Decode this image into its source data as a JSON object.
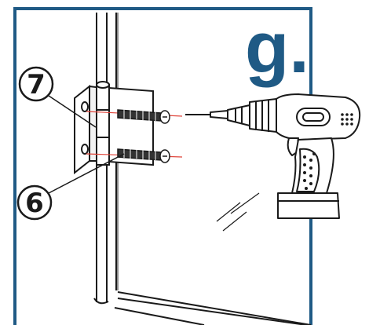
{
  "colors": {
    "frame": "#1f5a85",
    "logo": "#1f5a85",
    "guide_line": "#e0443a",
    "ink": "#1a1a1a"
  },
  "logo": {
    "text": "g."
  },
  "callouts": [
    {
      "label": "7",
      "target": "upper-hinge-screw"
    },
    {
      "label": "6",
      "target": "lower-hinge-screw"
    }
  ],
  "icons": [
    "hinge-icon",
    "screw-icon",
    "cordless-drill-icon",
    "glass-panel-icon"
  ]
}
